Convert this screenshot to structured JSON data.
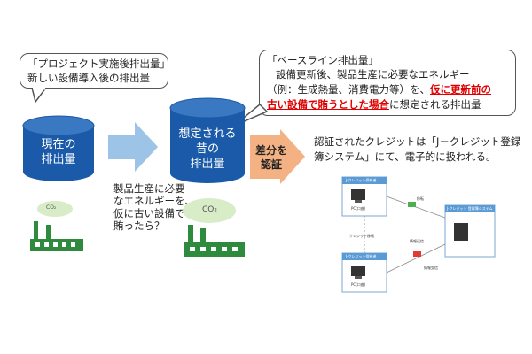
{
  "callout_left": {
    "line1": "「プロジェクト実施後排出量」",
    "line2": "新しい設備導入後の排出量"
  },
  "callout_right": {
    "line1": "「ベースライン排出量」",
    "line2": "設備更新後、製品生産に必要なエネルギー",
    "line3_prefix": "（例：生成熱量、消費電力等）を、",
    "line3_red": "仮に更新前の",
    "line4_red": "古い設備で賄うとした場合",
    "line4_suffix": "に想定される排出量"
  },
  "cylinder_current": {
    "line1": "現在の",
    "line2": "排出量"
  },
  "cylinder_assumed": {
    "line1": "想定される",
    "line2": "昔の",
    "line3": "排出量"
  },
  "diff_arrow": {
    "line1": "差分を",
    "line2": "認証"
  },
  "question": {
    "line1": "製品生産に必要",
    "line2": "なエネルギーを、",
    "line3": "仮に古い設備で",
    "line4": "賄ったら？"
  },
  "factory_co2": "CO₂",
  "credit_text": {
    "line1": "認証されたクレジットは「J－クレジット登録",
    "line2": "簿システム」にて、電子的に扱われる。"
  },
  "network": {
    "top_holder": "J-クレジット保有者",
    "bottom_holder": "J-クレジット保有者",
    "pc_top": "PC(口座)",
    "pc_bottom": "PC(口座)",
    "registry": "J-クレジット 登録簿システム",
    "transfer": "移転",
    "credit_move": "クレジット移転",
    "info_send": "情報送信",
    "info_recv": "情報受信"
  },
  "colors": {
    "cylinder_blue": "#1b5aa8",
    "arrow_blue": "#9dc3e6",
    "arrow_orange": "#f4b183",
    "factory_green": "#2e8b3e",
    "cloud_green": "#d8ecc8"
  }
}
